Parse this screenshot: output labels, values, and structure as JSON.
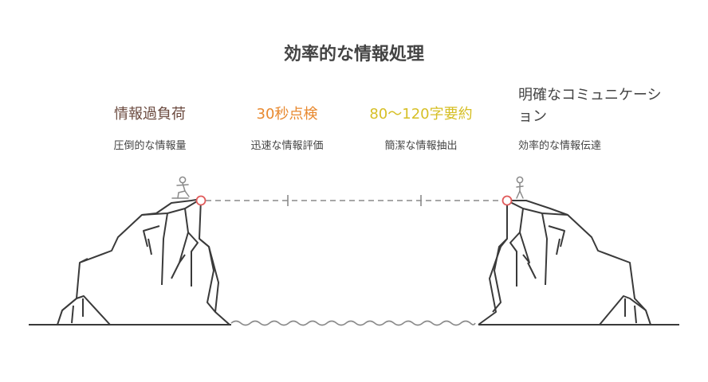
{
  "title": "効率的な情報処理",
  "stages": [
    {
      "title": "情報過負荷",
      "description": "圧倒的な情報量",
      "color": "#6b4a3f"
    },
    {
      "title": "30秒点検",
      "description": "迅速な情報評価",
      "color": "#e8892f"
    },
    {
      "title": "80〜120字要約",
      "description": "簡潔な情報抽出",
      "color": "#d6bf25"
    },
    {
      "title": "明確なコミュニケーション",
      "description": "効率的な情報伝達",
      "color": "#444444"
    }
  ],
  "colors": {
    "line": "#3a3a3a",
    "water": "#8a8a8a",
    "marker": "#e05a5a",
    "figure": "#8a8a8a"
  }
}
